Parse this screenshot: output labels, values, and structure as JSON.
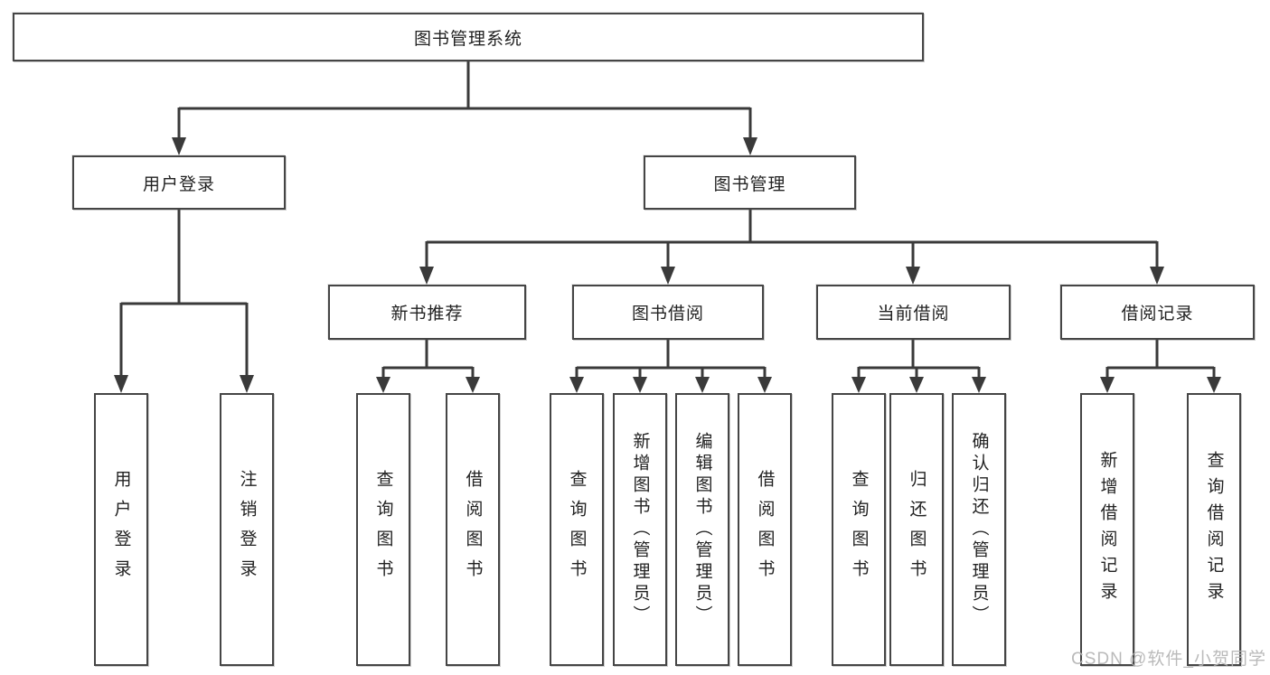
{
  "diagram": {
    "nodes": {
      "root": "图书管理系统",
      "user_login": "用户登录",
      "book_mgmt": "图书管理",
      "new_book_rec": "新书推荐",
      "book_borrow": "图书借阅",
      "current_borrow": "当前借阅",
      "borrow_records": "借阅记录"
    },
    "leaves": {
      "user_login": [
        "用户登录",
        "注销登录"
      ],
      "new_book_rec": [
        "查询图书",
        "借阅图书"
      ],
      "book_borrow": [
        "查询图书",
        "新增图书（管理员）",
        "编辑图书（管理员）",
        "借阅图书"
      ],
      "current_borrow": [
        "查询图书",
        "归还图书",
        "确认归还（管理员）"
      ],
      "borrow_records": [
        "新增借阅记录",
        "查询借阅记录"
      ]
    },
    "colors": {
      "line": "#3a3a3a",
      "border": "#454545",
      "text": "#222222",
      "watermark": "#b3b3b3",
      "background": "#ffffff"
    }
  },
  "watermark": "CSDN @软件_小贺同学"
}
